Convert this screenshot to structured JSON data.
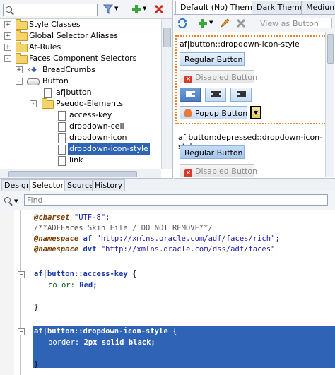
{
  "tree": {
    "items": [
      {
        "label": "Style Classes",
        "expander": "+",
        "icon": "folder-icon"
      },
      {
        "label": "Global Selector Aliases",
        "expander": "+",
        "icon": "folder-icon"
      },
      {
        "label": "At-Rules",
        "expander": "+",
        "icon": "folder-icon"
      },
      {
        "label": "Faces Component Selectors",
        "expander": "-",
        "icon": "folder-open-icon"
      },
      {
        "label": "BreadCrumbs",
        "expander": "+",
        "icon": "breadcrumbs-icon"
      },
      {
        "label": "Button",
        "expander": "-",
        "icon": "button-icon"
      },
      {
        "label": "af|button",
        "icon": "document-icon"
      },
      {
        "label": "Pseudo-Elements",
        "expander": "-",
        "icon": "folder-open-icon"
      },
      {
        "label": "access-key",
        "icon": "document-icon"
      },
      {
        "label": "dropdown-cell",
        "icon": "document-icon"
      },
      {
        "label": "dropdown-icon",
        "icon": "document-icon"
      },
      {
        "label": "dropdown-icon-style",
        "icon": "document-icon",
        "selected": true
      },
      {
        "label": "link",
        "icon": "document-icon"
      }
    ]
  },
  "preview": {
    "tabs": [
      "Default (No) Theme",
      "Dark Theme",
      "Medium T"
    ],
    "view_as_label": "View as:",
    "view_as_value": "Button",
    "sections": [
      {
        "title": "af|button::dropdown-icon-style",
        "regular_label": "Regular Button",
        "disabled_label": "Disabled Button",
        "popup_label": "Popup Button"
      },
      {
        "title": "af|button:depressed::dropdown-icon-style",
        "regular_label": "Regular Button",
        "disabled_label": "Disabled Button"
      }
    ]
  },
  "bottom_tabs": [
    "Design",
    "Selectors",
    "Source",
    "History"
  ],
  "find": {
    "placeholder": "Find"
  },
  "code": {
    "charset_kw": "@charset",
    "charset_val": "\"UTF-8\";",
    "comment": "/**ADFFaces_Skin_File / DO NOT REMOVE**/",
    "ns_kw": "@namespace",
    "ns1_prefix": "af",
    "ns1_url": "\"http://xmlns.oracle.com/adf/faces/rich\";",
    "ns2_prefix": "dvt",
    "ns2_url": "\"http://xmlns.oracle.com/dss/adf/faces\"",
    "rule1_selector": "af|button::access-key",
    "rule1_open": " {",
    "rule1_prop": "color:",
    "rule1_val": " Red;",
    "close_brace": "}",
    "rule2_selector": "af|button::dropdown-icon-style",
    "rule2_open": " {",
    "rule2_prop": "border:",
    "rule2_val_num": " 2px",
    "rule2_val_rest": " solid black;"
  }
}
